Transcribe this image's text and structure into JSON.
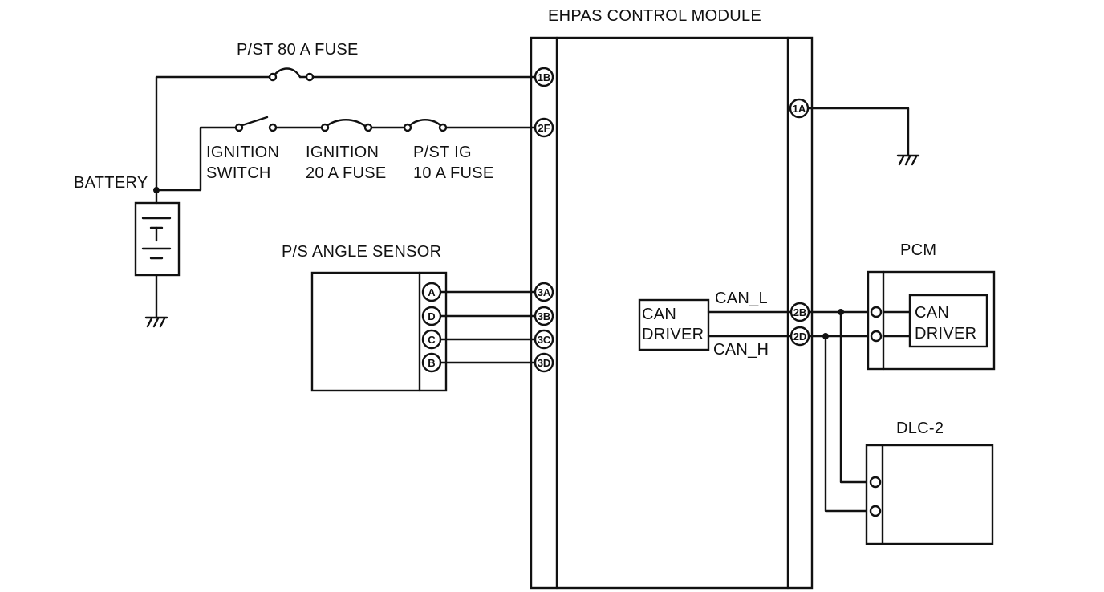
{
  "module": {
    "title": "EHPAS CONTROL MODULE"
  },
  "power": {
    "fuse_main": "P/ST 80 A FUSE",
    "battery": "BATTERY",
    "ignition_switch": [
      "IGNITION",
      "SWITCH"
    ],
    "ignition_fuse": [
      "IGNITION",
      "20 A FUSE"
    ],
    "ig_fuse": [
      "P/ST  IG",
      "10 A FUSE"
    ]
  },
  "sensor": {
    "title": "P/S ANGLE SENSOR",
    "pins": [
      "A",
      "D",
      "C",
      "B"
    ]
  },
  "module_pins": {
    "p1b": "1B",
    "p2f": "2F",
    "p1a": "1A",
    "p3a": "3A",
    "p3b": "3B",
    "p3c": "3C",
    "p3d": "3D",
    "p2b": "2B",
    "p2d": "2D"
  },
  "can": {
    "driver": [
      "CAN",
      "DRIVER"
    ],
    "can_l": "CAN_L",
    "can_h": "CAN_H"
  },
  "pcm": {
    "title": "PCM",
    "driver": [
      "CAN",
      "DRIVER"
    ]
  },
  "dlc": {
    "title": "DLC-2"
  }
}
